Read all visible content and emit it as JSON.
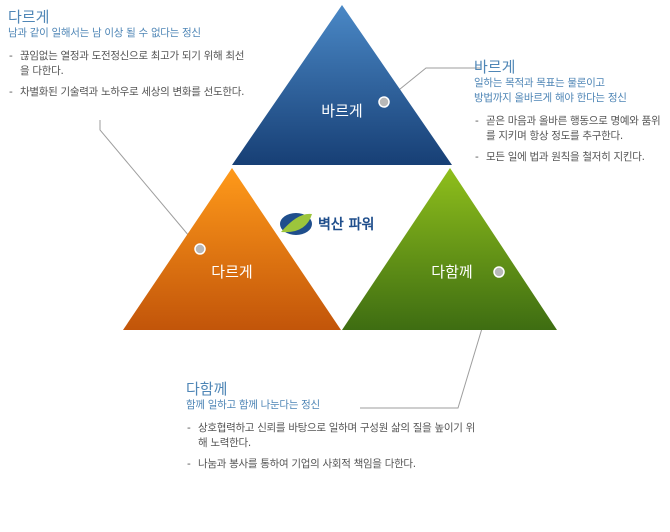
{
  "triangles": {
    "top": {
      "label": "바르게",
      "color_light": "#4a88c6",
      "color_dark": "#173f75"
    },
    "left": {
      "label": "다르게",
      "color_light": "#ff9a1a",
      "color_dark": "#c2550a"
    },
    "right": {
      "label": "다함께",
      "color_light": "#8fbf1c",
      "color_dark": "#3e6d12"
    }
  },
  "logo": {
    "text": "벽산 파워",
    "colors": [
      "#1f4e8c",
      "#9cc53c"
    ]
  },
  "blocks": {
    "dareuge": {
      "title": "다르게",
      "subtitle": "남과 같이 일해서는 남 이상 될 수 없다는 정신",
      "items": [
        "끊임없는 열정과 도전정신으로 최고가 되기 위해 최선을 다한다.",
        "차별화된 기술력과 노하우로 세상의 변화를 선도한다."
      ]
    },
    "bareuge": {
      "title": "바르게",
      "subtitle_lines": [
        "일하는 목적과 목표는 물론이고",
        "방법까지 올바르게 해야 한다는 정신"
      ],
      "items": [
        "곧은 마음과 올바른 행동으로 명예와 품위를 지키며 항상 정도를 추구한다.",
        "모든 일에 법과 원칙을 철저히 지킨다."
      ]
    },
    "dahamkke": {
      "title": "다함께",
      "subtitle": "함께 일하고 함께 나눈다는 정신",
      "items": [
        "상호협력하고 신뢰를 바탕으로 일하며 구성원 삶의 질을 높이기 위해 노력한다.",
        "나눔과 봉사를 통하여 기업의 사회적 책임을 다한다."
      ]
    }
  },
  "connector_color": "#9e9e9e",
  "dot_color": "#b8b8b8"
}
